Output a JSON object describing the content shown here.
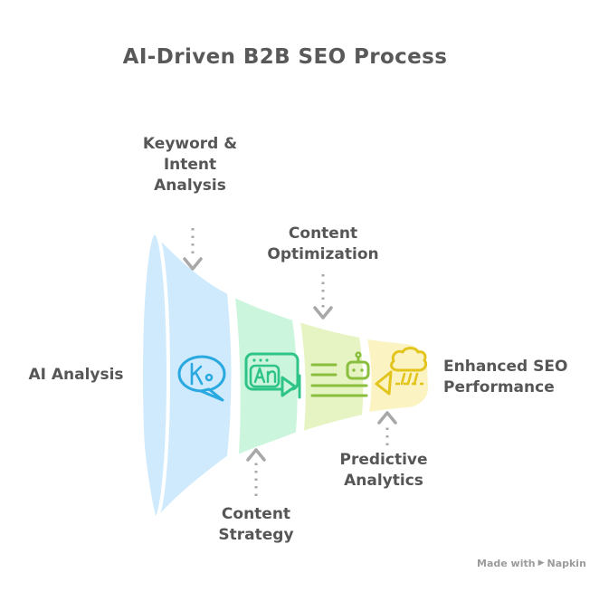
{
  "title": "AI-Driven B2B SEO Process",
  "funnel": {
    "stages": [
      {
        "name": "Keyword & Intent Analysis stage",
        "fill_color": "#cfeafc",
        "icon": "keyword-speech-bubble-icon",
        "icon_color": "#2aa9e1"
      },
      {
        "name": "Content Strategy stage",
        "fill_color": "#ccf5dd",
        "icon": "content-browser-play-icon",
        "icon_color": "#2fc487"
      },
      {
        "name": "Content Optimization stage",
        "fill_color": "#e6f4c3",
        "icon": "list-robot-icon",
        "icon_color": "#8abe3e"
      },
      {
        "name": "Predictive Analytics stage",
        "fill_color": "#fbf3c2",
        "icon": "cloud-rain-cursor-icon",
        "icon_color": "#e2c41c"
      }
    ]
  },
  "callouts": [
    {
      "id": "keyword-intent-analysis",
      "lines": [
        "Keyword &",
        "Intent",
        "Analysis"
      ],
      "arrow_direction": "down"
    },
    {
      "id": "content-optimization",
      "lines": [
        "Content",
        "Optimization"
      ],
      "arrow_direction": "down"
    },
    {
      "id": "content-strategy",
      "lines": [
        "Content",
        "Strategy"
      ],
      "arrow_direction": "up"
    },
    {
      "id": "predictive-analytics",
      "lines": [
        "Predictive",
        "Analytics"
      ],
      "arrow_direction": "up"
    }
  ],
  "side_labels": {
    "left": {
      "text": "AI Analysis"
    },
    "right": {
      "lines": [
        "Enhanced SEO",
        "Performance"
      ]
    }
  },
  "watermark": {
    "prefix": "Made with",
    "brand": "Napkin"
  },
  "colors": {
    "title_text": "#595959",
    "label_text": "#565656",
    "arrow_gray": "#a8a8a8",
    "watermark_text": "#9b9b9b",
    "stage_blue": "#cfeafc",
    "stage_mint": "#ccf5dd",
    "stage_yellow_green": "#e6f4c3",
    "stage_yellow": "#fbf3c2",
    "icon_blue": "#2aa9e1",
    "icon_green": "#2fc487",
    "icon_olive": "#8abe3e",
    "icon_gold": "#e2c41c",
    "background": "#ffffff"
  }
}
